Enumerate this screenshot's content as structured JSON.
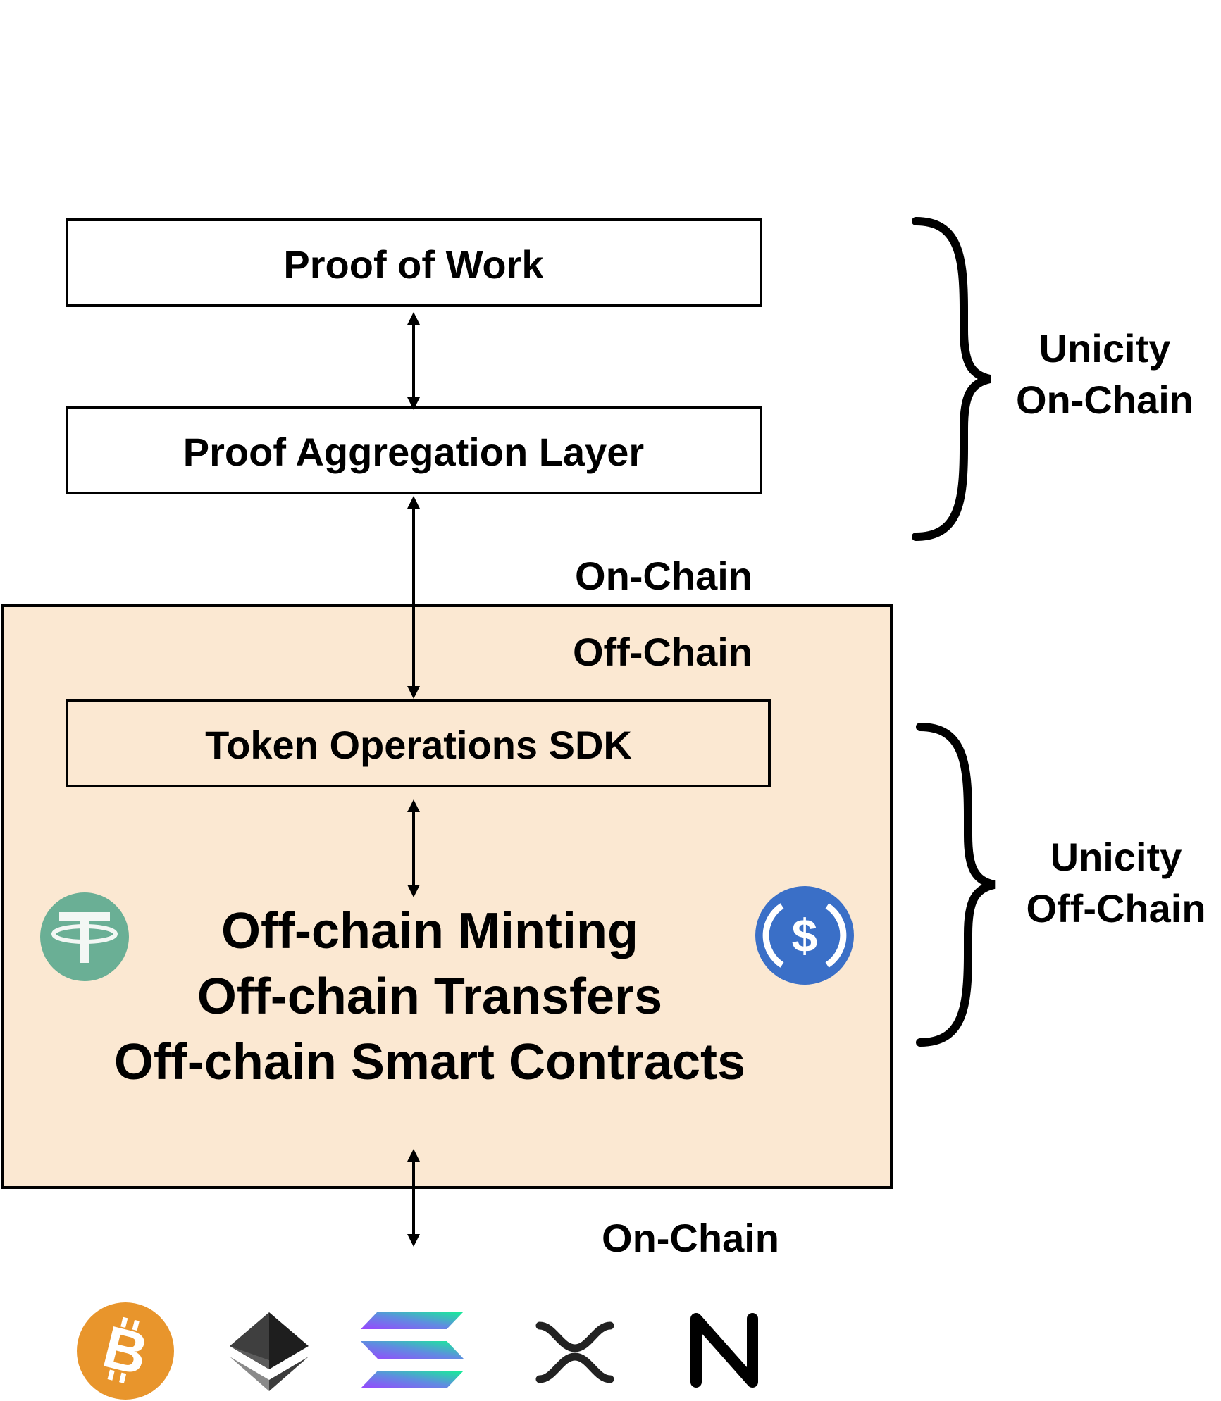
{
  "layers": {
    "proof_of_work": "Proof of Work",
    "proof_aggregation": "Proof Aggregation Layer",
    "token_sdk": "Token Operations SDK"
  },
  "offchain_features": [
    "Off-chain Minting",
    "Off-chain Transfers",
    "Off-chain Smart Contracts"
  ],
  "boundary_labels": {
    "upper_on_chain": "On-Chain",
    "upper_off_chain": "Off-Chain",
    "lower_on_chain": "On-Chain"
  },
  "brace_labels": {
    "onchain_line1": "Unicity",
    "onchain_line2": "On-Chain",
    "offchain_line1": "Unicity",
    "offchain_line2": "Off-Chain"
  },
  "icons": {
    "stablecoins": [
      "tether-icon",
      "usdc-icon"
    ],
    "chains": [
      "bitcoin-icon",
      "ethereum-icon",
      "solana-icon",
      "xrp-icon",
      "near-icon"
    ]
  },
  "colors": {
    "offchain_panel_fill": "#fbe8d2",
    "tether": "#6aaf95",
    "usdc": "#3a6fc7",
    "bitcoin": "#e8952c"
  }
}
